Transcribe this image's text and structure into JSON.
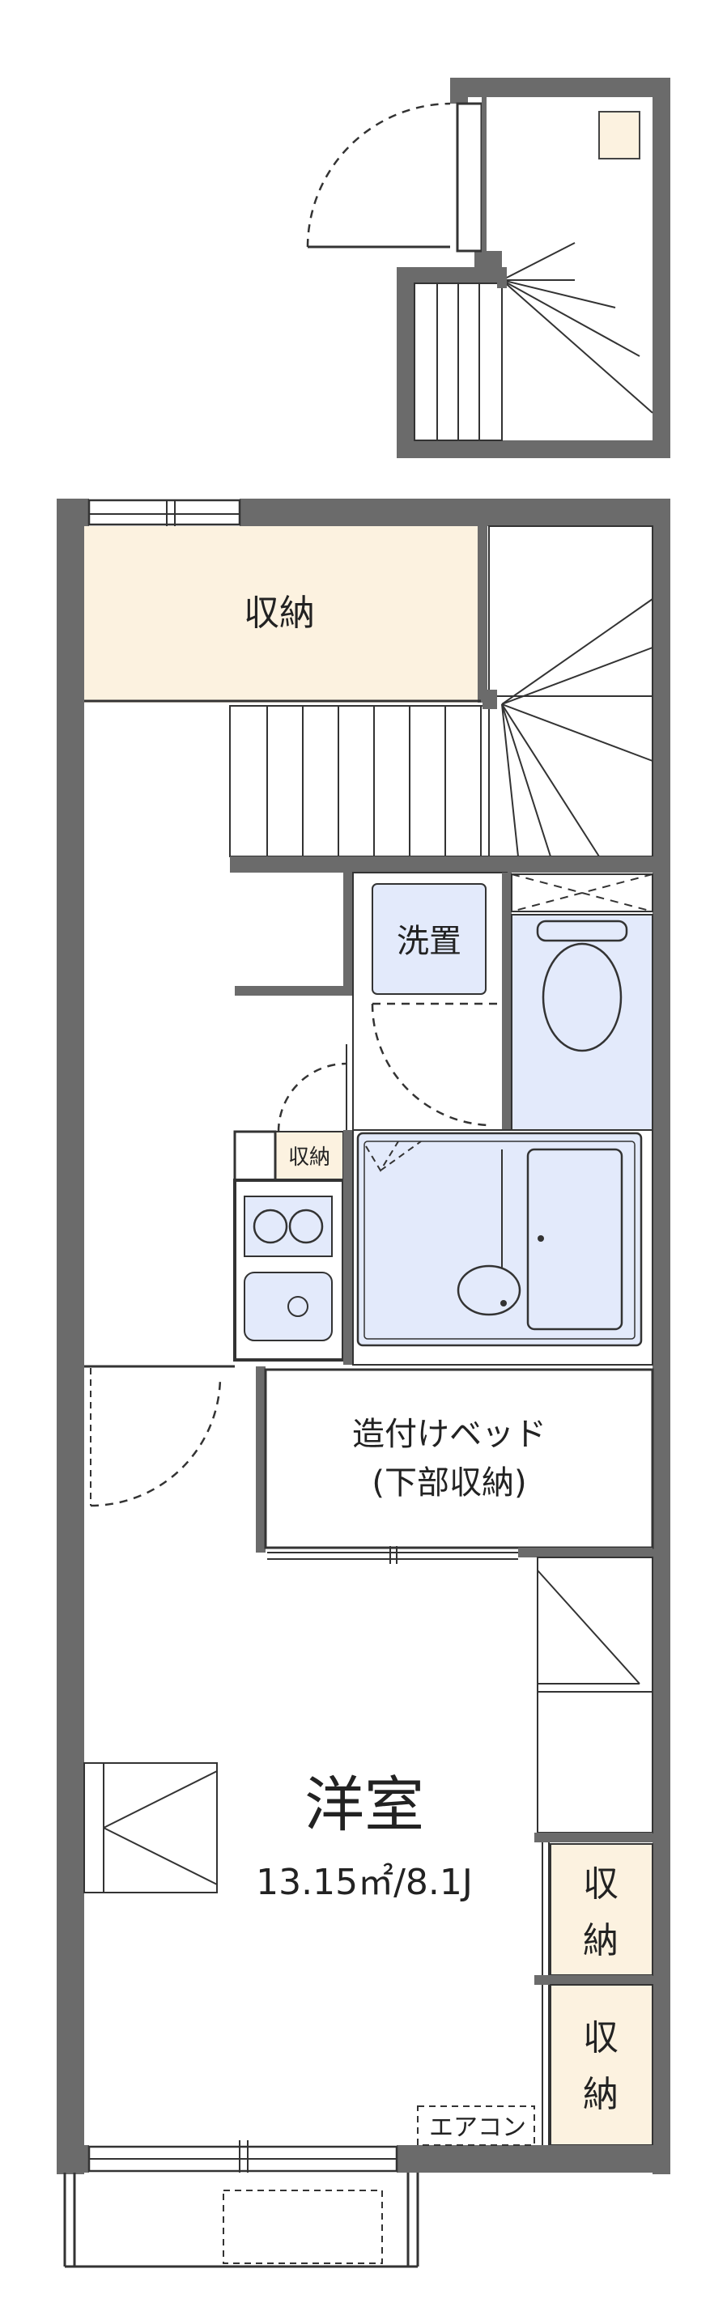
{
  "colors": {
    "wall": "#6b6b6b",
    "storage": "#fcf2e0",
    "wet_area": "#e3eafb",
    "line": "#333333",
    "background": "#ffffff"
  },
  "rooms": {
    "storage_upper": "収納",
    "washer_space": "洗置",
    "kitchen_storage": "収納",
    "loft_bed_line1": "造付けベッド",
    "loft_bed_line2": "(下部収納)",
    "western_room": "洋室",
    "western_room_size": "13.15㎡/8.1J",
    "storage_right_1_top": "収",
    "storage_right_1_bottom": "納",
    "storage_right_2_top": "収",
    "storage_right_2_bottom": "納",
    "aircon": "エアコン"
  }
}
